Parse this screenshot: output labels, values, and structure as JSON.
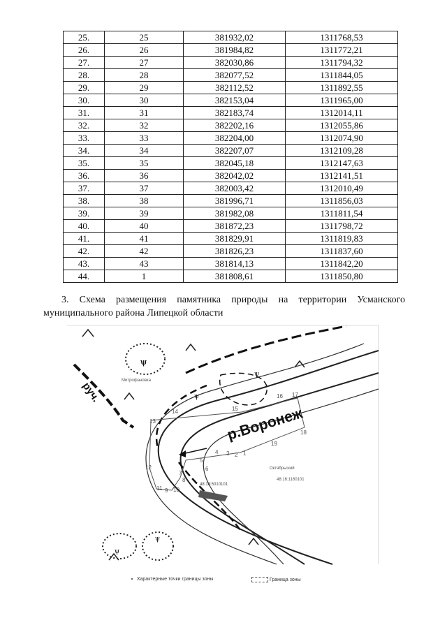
{
  "table": {
    "rows": [
      [
        "25.",
        "25",
        "381932,02",
        "1311768,53"
      ],
      [
        "26.",
        "26",
        "381984,82",
        "1311772,21"
      ],
      [
        "27.",
        "27",
        "382030,86",
        "1311794,32"
      ],
      [
        "28.",
        "28",
        "382077,52",
        "1311844,05"
      ],
      [
        "29.",
        "29",
        "382112,52",
        "1311892,55"
      ],
      [
        "30.",
        "30",
        "382153,04",
        "1311965,00"
      ],
      [
        "31.",
        "31",
        "382183,74",
        "1312014,11"
      ],
      [
        "32.",
        "32",
        "382202,16",
        "1312055,86"
      ],
      [
        "33.",
        "33",
        "382204,00",
        "1312074,90"
      ],
      [
        "34.",
        "34",
        "382207,07",
        "1312109,28"
      ],
      [
        "35.",
        "35",
        "382045,18",
        "1312147,63"
      ],
      [
        "36.",
        "36",
        "382042,02",
        "1312141,51"
      ],
      [
        "37.",
        "37",
        "382003,42",
        "1312010,49"
      ],
      [
        "38.",
        "38",
        "381996,71",
        "1311856,03"
      ],
      [
        "39.",
        "39",
        "381982,08",
        "1311811,54"
      ],
      [
        "40.",
        "40",
        "381872,23",
        "1311798,72"
      ],
      [
        "41.",
        "41",
        "381829,91",
        "1311819,83"
      ],
      [
        "42.",
        "42",
        "381826,23",
        "1311837,60"
      ],
      [
        "43.",
        "43",
        "381814,13",
        "1311842,20"
      ],
      [
        "44.",
        "1",
        "381808,61",
        "1311850,80"
      ]
    ]
  },
  "caption": "3. Схема размещения памятника природы на территории Усманского муниципального района Липецкой области",
  "map": {
    "river_label": "р.Воронеж",
    "stream_label": "руч.",
    "place_left": "Митрофановка",
    "place_right": "Октябрьский",
    "cadastre_right": "48:16:1160101",
    "cadastre_center": "48:16:5010101",
    "points": [
      "1",
      "2",
      "3",
      "4",
      "5",
      "6",
      "7",
      "8",
      "9",
      "10",
      "11",
      "12",
      "13",
      "14",
      "15",
      "16",
      "17",
      "18",
      "19"
    ]
  },
  "legend": {
    "points_label": "Характерные точки границы зоны",
    "boundary_label": "Граница зоны"
  }
}
